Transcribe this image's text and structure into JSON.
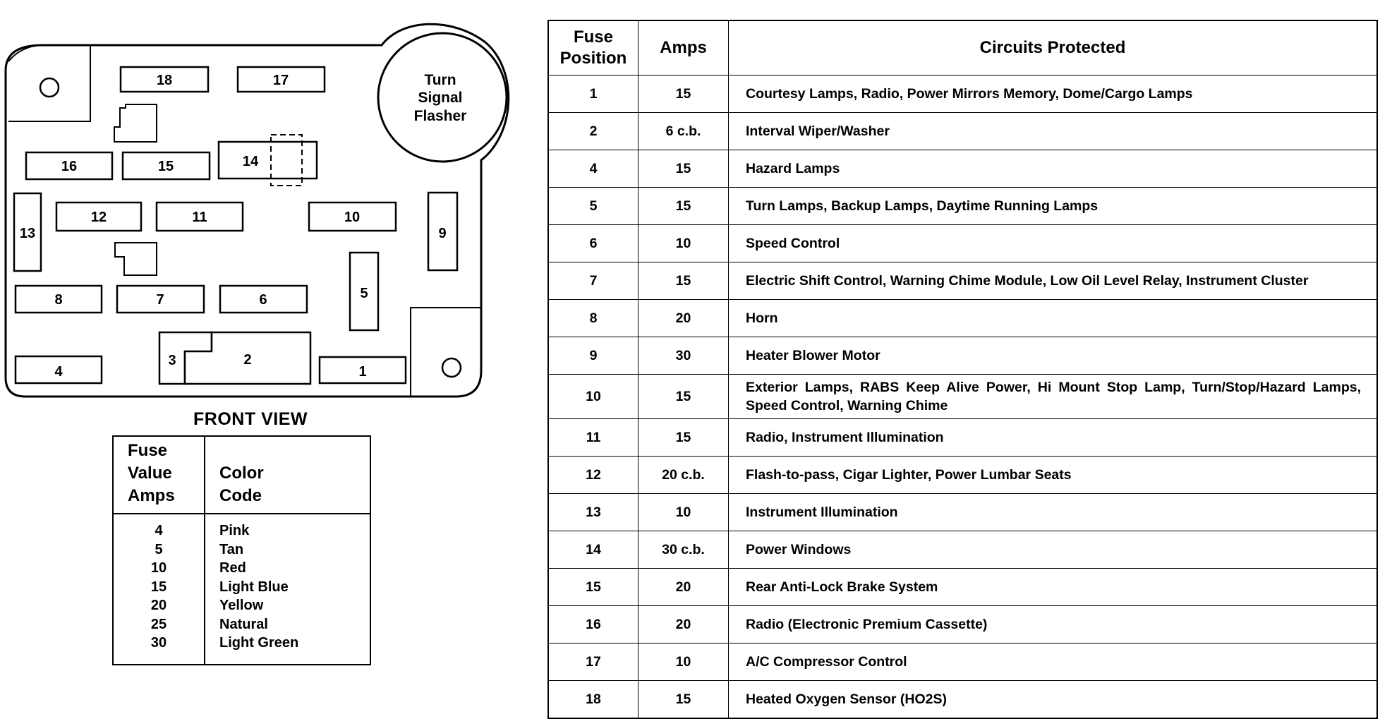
{
  "diagram": {
    "flasher_label": [
      "Turn",
      "Signal",
      "Flasher"
    ],
    "front_view_label": "FRONT VIEW",
    "fuse_labels": {
      "f1": "1",
      "f2": "2",
      "f3": "3",
      "f4": "4",
      "f5": "5",
      "f6": "6",
      "f7": "7",
      "f8": "8",
      "f9": "9",
      "f10": "10",
      "f11": "11",
      "f12": "12",
      "f13": "13",
      "f14": "14",
      "f15": "15",
      "f16": "16",
      "f17": "17",
      "f18": "18"
    }
  },
  "color_table": {
    "headers": {
      "value": [
        "Fuse",
        "Value",
        "Amps"
      ],
      "color": [
        "Color",
        "Code"
      ]
    },
    "rows": [
      {
        "amps": "4",
        "color": "Pink"
      },
      {
        "amps": "5",
        "color": "Tan"
      },
      {
        "amps": "10",
        "color": "Red"
      },
      {
        "amps": "15",
        "color": "Light Blue"
      },
      {
        "amps": "20",
        "color": "Yellow"
      },
      {
        "amps": "25",
        "color": "Natural"
      },
      {
        "amps": "30",
        "color": "Light Green"
      }
    ]
  },
  "fuse_table": {
    "headers": {
      "position": [
        "Fuse",
        "Position"
      ],
      "amps": "Amps",
      "circuits": "Circuits Protected"
    },
    "rows": [
      {
        "position": "1",
        "amps": "15",
        "circuits": "Courtesy Lamps, Radio, Power Mirrors Memory, Dome/Cargo Lamps"
      },
      {
        "position": "2",
        "amps": "6 c.b.",
        "circuits": "Interval Wiper/Washer"
      },
      {
        "position": "4",
        "amps": "15",
        "circuits": "Hazard Lamps"
      },
      {
        "position": "5",
        "amps": "15",
        "circuits": "Turn Lamps, Backup Lamps, Daytime Running Lamps"
      },
      {
        "position": "6",
        "amps": "10",
        "circuits": "Speed Control"
      },
      {
        "position": "7",
        "amps": "15",
        "circuits": "Electric Shift Control, Warning Chime Module, Low Oil Level Relay, Instrument Cluster"
      },
      {
        "position": "8",
        "amps": "20",
        "circuits": "Horn"
      },
      {
        "position": "9",
        "amps": "30",
        "circuits": "Heater Blower Motor"
      },
      {
        "position": "10",
        "amps": "15",
        "circuits": "Exterior Lamps, RABS Keep Alive Power, Hi Mount Stop Lamp, Turn/Stop/Hazard Lamps, Speed Control, Warning Chime"
      },
      {
        "position": "11",
        "amps": "15",
        "circuits": "Radio, Instrument Illumination"
      },
      {
        "position": "12",
        "amps": "20 c.b.",
        "circuits": "Flash-to-pass, Cigar Lighter, Power Lumbar Seats"
      },
      {
        "position": "13",
        "amps": "10",
        "circuits": "Instrument Illumination"
      },
      {
        "position": "14",
        "amps": "30 c.b.",
        "circuits": "Power Windows"
      },
      {
        "position": "15",
        "amps": "20",
        "circuits": "Rear Anti-Lock Brake System"
      },
      {
        "position": "16",
        "amps": "20",
        "circuits": "Radio (Electronic Premium Cassette)"
      },
      {
        "position": "17",
        "amps": "10",
        "circuits": "A/C Compressor Control"
      },
      {
        "position": "18",
        "amps": "15",
        "circuits": "Heated Oxygen Sensor (HO2S)"
      }
    ]
  }
}
